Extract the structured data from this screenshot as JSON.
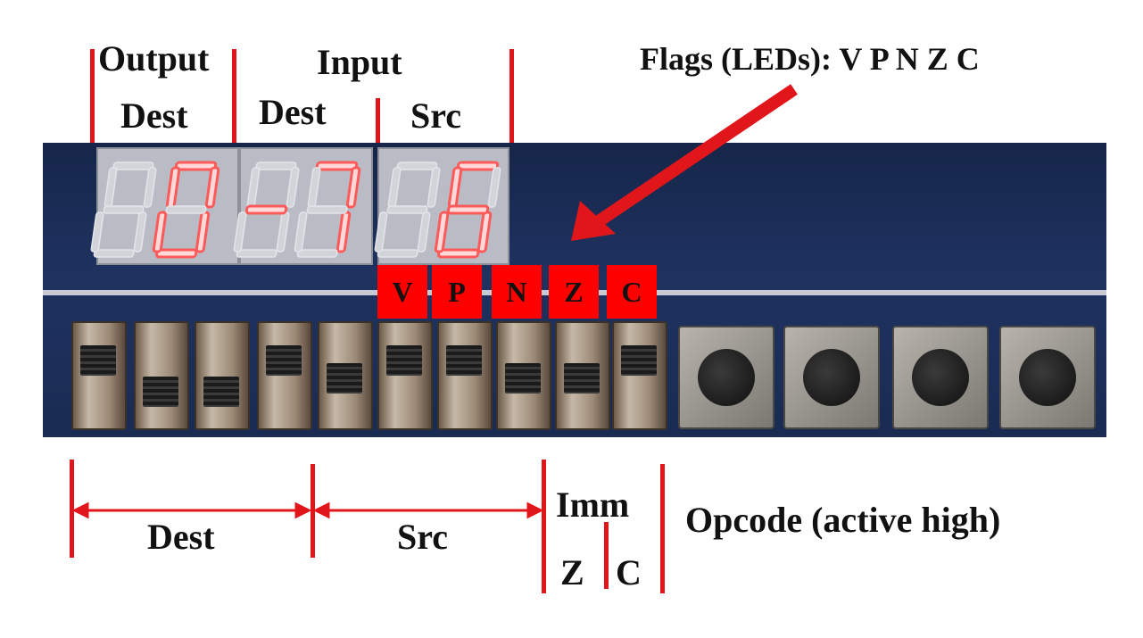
{
  "labels": {
    "output": "Output",
    "output_dest": "Dest",
    "input": "Input",
    "input_dest": "Dest",
    "input_src": "Src",
    "flags": "Flags (LEDs): V P N Z C",
    "bottom_dest": "Dest",
    "bottom_src": "Src",
    "imm": "Imm",
    "imm_z": "Z",
    "imm_c": "C",
    "opcode": "Opcode (active high)"
  },
  "flags": [
    "V",
    "P",
    "N",
    "Z",
    "C"
  ],
  "hex_displays": [
    "",
    "0",
    "-",
    "7",
    "",
    "6"
  ],
  "switches": [
    "up",
    "down",
    "down",
    "up",
    "mid",
    "up",
    "up",
    "mid",
    "mid",
    "up"
  ],
  "colors": {
    "annotation": "#e0161b",
    "flag_box": "#ff0000",
    "segment_on": "#ffd9d9",
    "segment_off": "#d2d4da",
    "board": "#1f3260"
  }
}
